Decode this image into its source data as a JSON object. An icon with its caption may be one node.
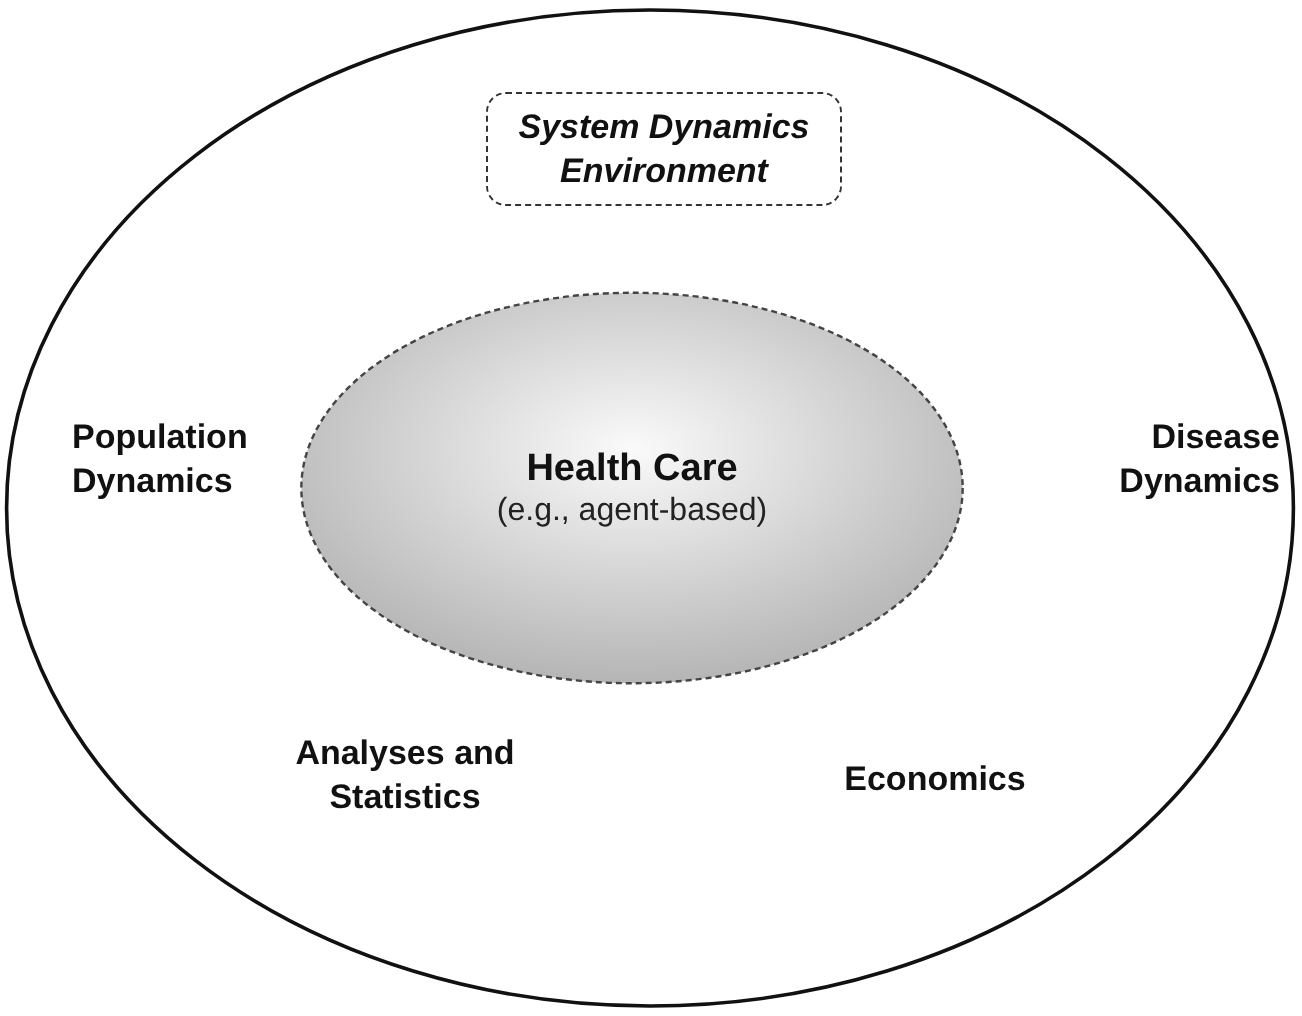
{
  "diagram": {
    "nodes": [
      {
        "text": [],
        "shape": "ellipse"
      },
      {
        "text": [
          "System Dynamics Environment"
        ],
        "in": 0
      },
      {
        "text": [
          "Health Care",
          "(e.g., agent-based)"
        ],
        "in": 0
      }
    ],
    "labels": [
      "Population Dynamics",
      "Disease Dynamics",
      "Analyses and Statistics",
      "Economics"
    ]
  }
}
